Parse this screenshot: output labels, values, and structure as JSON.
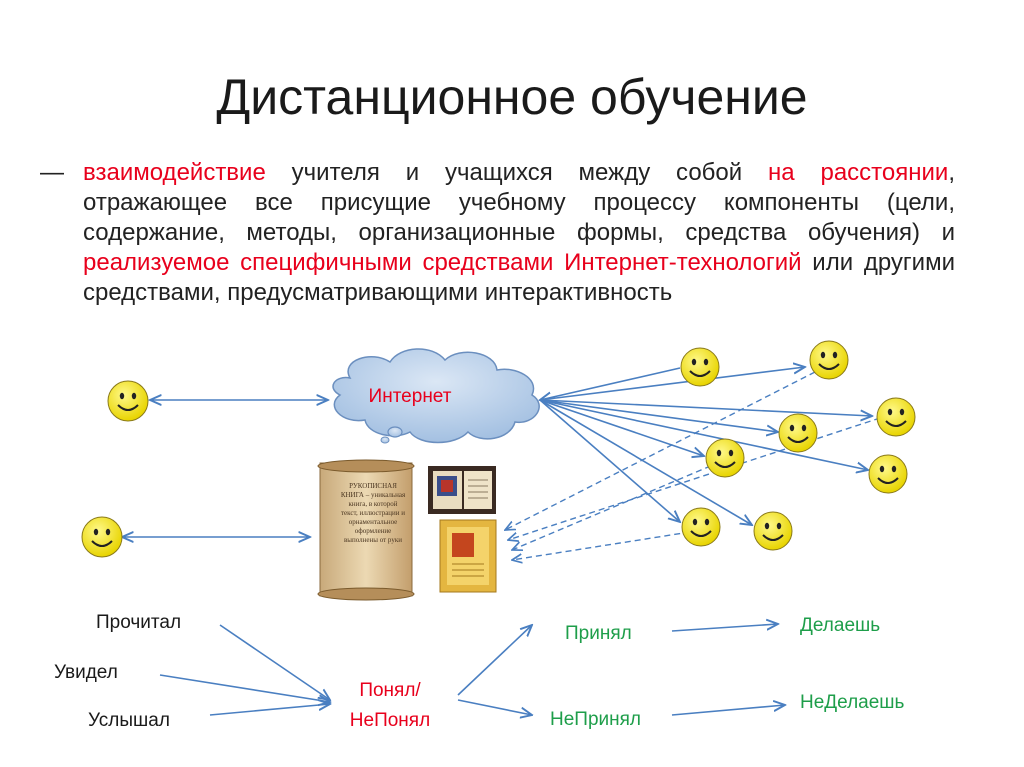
{
  "title": "Дистанционное обучение",
  "definition": {
    "dash": "—",
    "segments": [
      {
        "text": "взаимодействие",
        "highlight": true
      },
      {
        "text": " учителя и учащихся между собой ",
        "highlight": false
      },
      {
        "text": "на расстоянии",
        "highlight": true
      },
      {
        "text": ", отражающее все присущие учебному процессу компоненты (цели, содержание, методы, организационные формы, средства обучения) и ",
        "highlight": false
      },
      {
        "text": "реализуемое специфичными средствами Интернет-технологий",
        "highlight": true
      },
      {
        "text": " или другими средствами, предусматривающими интерактивность",
        "highlight": false
      }
    ]
  },
  "cloud_label": "Интернет",
  "scroll_text": "РУКОПИСНАЯ КНИГА – уникальная книга, в которой текст, иллюстрации и орнаментальное оформление выполнены от руки",
  "flow": {
    "inputs": [
      "Прочитал",
      "Увидел",
      "Услышал"
    ],
    "middle_line1": "Понял/",
    "middle_line2": "НеПонял",
    "accept": "Принял",
    "reject": "НеПринял",
    "do": "Делаешь",
    "not_do": "НеДелаешь"
  },
  "colors": {
    "highlight": "#e8001c",
    "green_text": "#1e9e4a",
    "arrow": "#4a7fc1",
    "cloud_fill": "#b9cfe8",
    "smiley_fill": "#f4ec2c",
    "smiley_stroke": "#8a7a1a"
  }
}
